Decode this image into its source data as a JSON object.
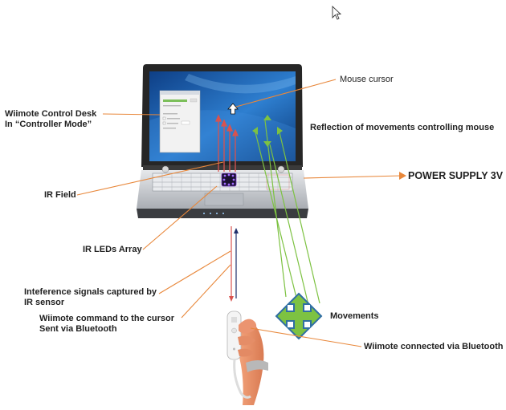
{
  "labels": {
    "mouse_cursor": "Mouse cursor",
    "control_desk_line1": "Wiimote Control Desk",
    "control_desk_line2": "In “Controller Mode”",
    "reflection": "Reflection of movements  controlling mouse",
    "power_supply": "POWER SUPPLY 3V",
    "ir_field": "IR Field",
    "ir_leds": "IR LEDs Array",
    "interference_line1": "Inteference signals captured by",
    "interference_line2": "IR sensor",
    "command_line1": "Wiimote command to the cursor",
    "command_line2": "Sent via Bluetooth",
    "movements": "Movements",
    "wiimote_connected": "Wiimote connected via Bluetooth"
  },
  "colors": {
    "leader_line": "#e8873a",
    "ir_beam": "#d9534f",
    "bluetooth_beam": "#1f2f6b",
    "motion_lines": "#7dc242",
    "cross_arrow_fill": "#7dc242",
    "cross_arrow_stroke": "#2f6ea3",
    "screen_blue": "#1f5ea8",
    "laptop_body": "#2b2b2b",
    "keyboard_silver": "#cfd2d6",
    "led_purple": "#7b3fc9"
  }
}
